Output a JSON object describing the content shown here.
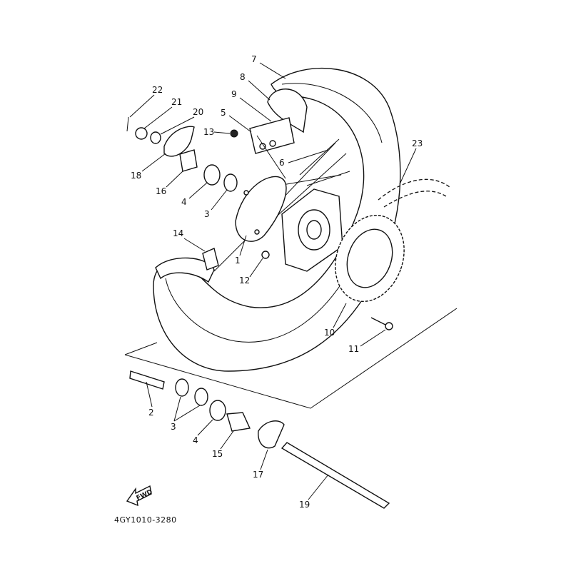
{
  "diagram": {
    "title_code": "4GY1010-3280",
    "fwd_label": "FWD",
    "callouts": [
      "22",
      "21",
      "20",
      "7",
      "8",
      "9",
      "5",
      "13",
      "6",
      "23",
      "18",
      "16",
      "4",
      "3",
      "14",
      "1",
      "12",
      "10",
      "11",
      "2",
      "3",
      "4",
      "15",
      "17",
      "19"
    ]
  }
}
